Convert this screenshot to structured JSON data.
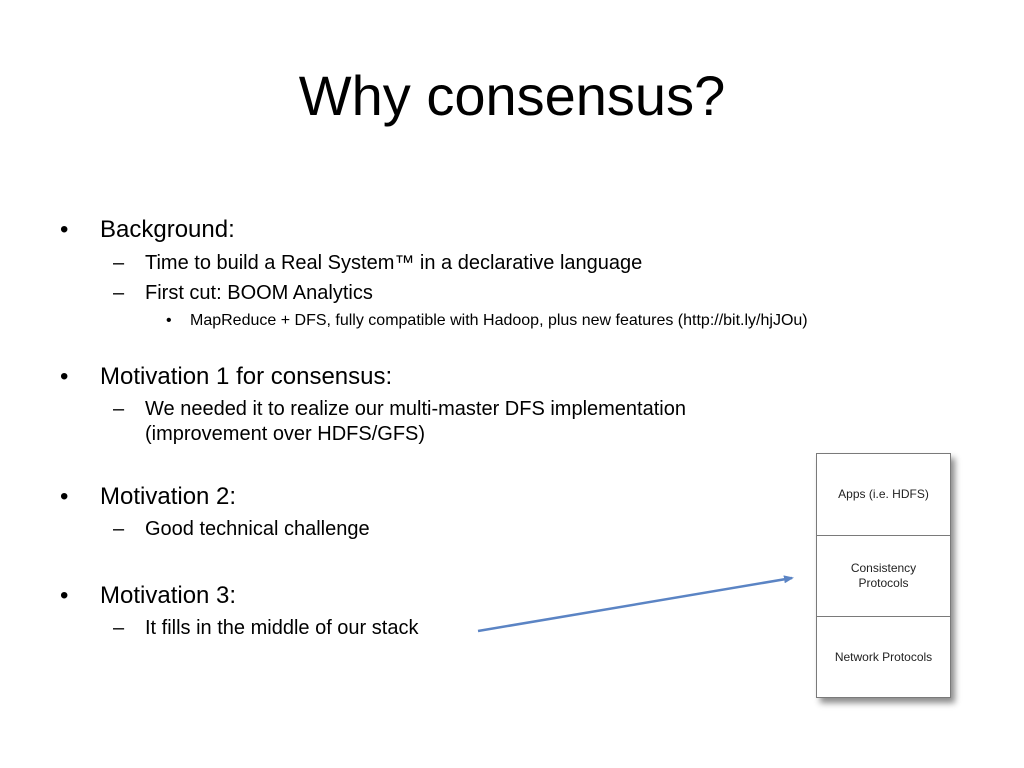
{
  "slide": {
    "title": "Why consensus?",
    "bullet_glyph": "•",
    "dash_glyph": "–",
    "items": {
      "background": {
        "label": "Background:",
        "children": [
          "Time to build a Real System™ in a declarative language",
          "First cut: BOOM Analytics"
        ],
        "grandchild": "MapReduce + DFS, fully compatible with Hadoop, plus new features (http://bit.ly/hjJOu)"
      },
      "motivation1": {
        "label": "Motivation 1 for consensus:",
        "child_line1": "We needed it to realize our multi-master DFS implementation",
        "child_line2": "(improvement over HDFS/GFS)"
      },
      "motivation2": {
        "label": "Motivation 2:",
        "child": "Good technical challenge"
      },
      "motivation3": {
        "label": "Motivation 3:",
        "child": "It fills in the middle of our stack"
      }
    }
  },
  "stack_diagram": {
    "layers": [
      "Apps (i.e. HDFS)",
      "Consistency\nProtocols",
      "Network Protocols"
    ],
    "border_color": "#7a7a7a"
  },
  "arrow": {
    "color": "#5b84c4",
    "from": "It fills in the middle of our stack",
    "to": "Consistency Protocols"
  }
}
